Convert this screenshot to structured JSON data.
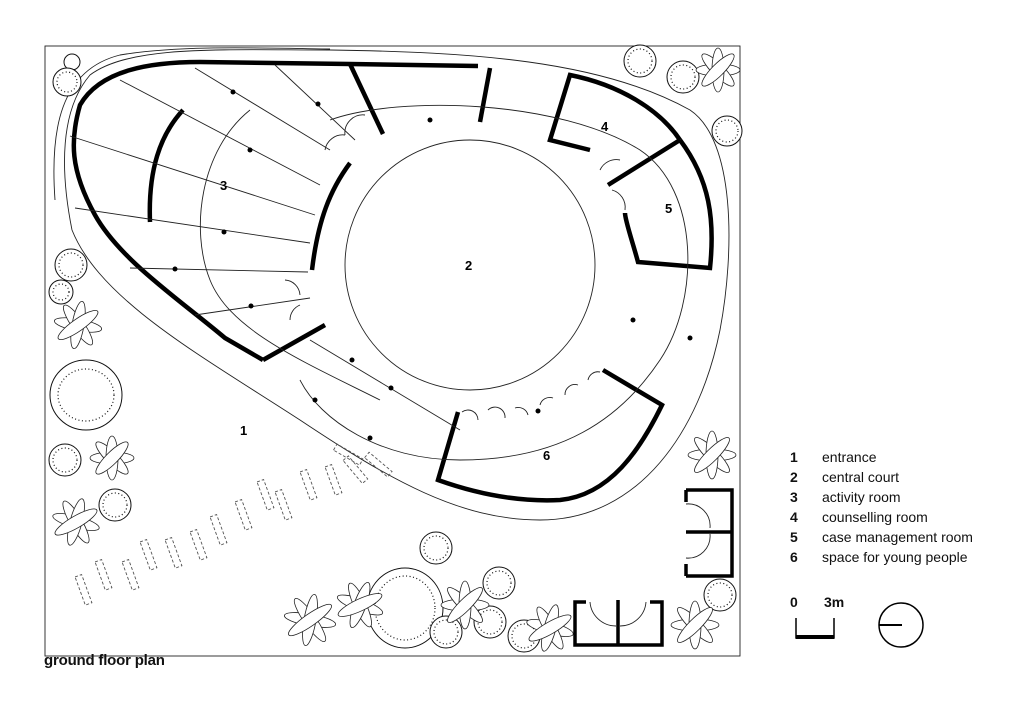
{
  "drawing": {
    "title": "ground floor plan",
    "type": "architectural floor plan"
  },
  "rooms": [
    {
      "number": "1",
      "name": "entrance"
    },
    {
      "number": "2",
      "name": "central court"
    },
    {
      "number": "3",
      "name": "activity room"
    },
    {
      "number": "4",
      "name": "counselling room"
    },
    {
      "number": "5",
      "name": "case management room"
    },
    {
      "number": "6",
      "name": "space for young people"
    }
  ],
  "scale_bar": {
    "start_label": "0",
    "end_label": "3m"
  },
  "north_arrow": {
    "icon": "north-arrow-circle-icon"
  },
  "colors": {
    "ink": "#000000",
    "background": "#ffffff"
  }
}
